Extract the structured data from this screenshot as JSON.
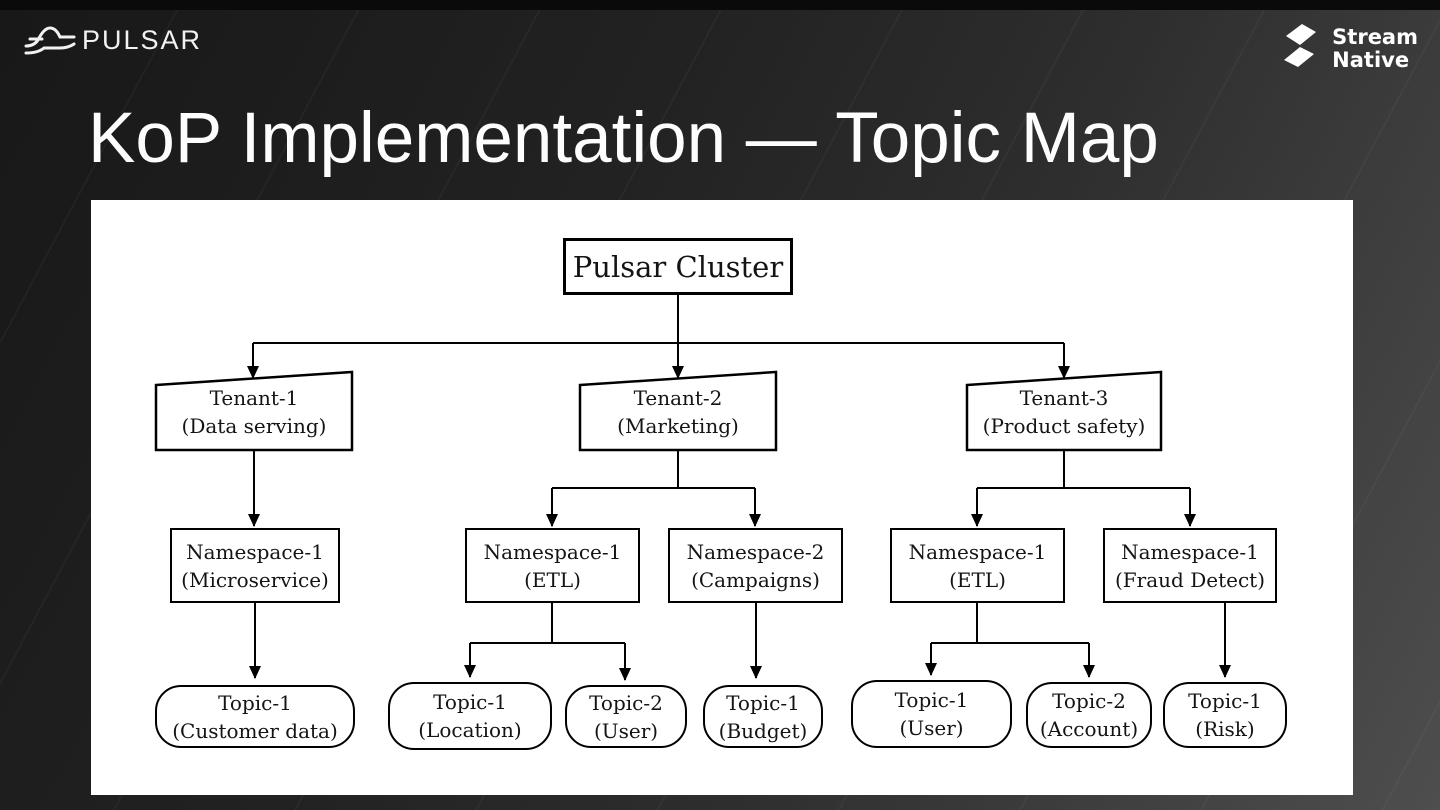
{
  "brand": {
    "pulsar": "PULSAR",
    "streamnative": {
      "line1": "Stream",
      "line2": "Native"
    }
  },
  "title": "KoP Implementation — Topic Map",
  "diagram": {
    "root": "Pulsar Cluster",
    "tenants": [
      {
        "name": "Tenant-1",
        "detail": "(Data serving)"
      },
      {
        "name": "Tenant-2",
        "detail": "(Marketing)"
      },
      {
        "name": "Tenant-3",
        "detail": "(Product safety)"
      }
    ],
    "namespaces": [
      {
        "name": "Namespace-1",
        "detail": "(Microservice)"
      },
      {
        "name": "Namespace-1",
        "detail": "(ETL)"
      },
      {
        "name": "Namespace-2",
        "detail": "(Campaigns)"
      },
      {
        "name": "Namespace-1",
        "detail": "(ETL)"
      },
      {
        "name": "Namespace-1",
        "detail": "(Fraud Detect)"
      }
    ],
    "topics": [
      {
        "name": "Topic-1",
        "detail": "(Customer data)"
      },
      {
        "name": "Topic-1",
        "detail": "(Location)"
      },
      {
        "name": "Topic-2",
        "detail": "(User)"
      },
      {
        "name": "Topic-1",
        "detail": "(Budget)"
      },
      {
        "name": "Topic-1",
        "detail": "(User)"
      },
      {
        "name": "Topic-2",
        "detail": "(Account)"
      },
      {
        "name": "Topic-1",
        "detail": "(Risk)"
      }
    ]
  },
  "colors": {
    "slide_bg_dark": "#181818",
    "slide_bg_light": "#4e4e4e",
    "canvas": "#ffffff",
    "line": "#000000",
    "title_text": "#fdfdfd"
  }
}
